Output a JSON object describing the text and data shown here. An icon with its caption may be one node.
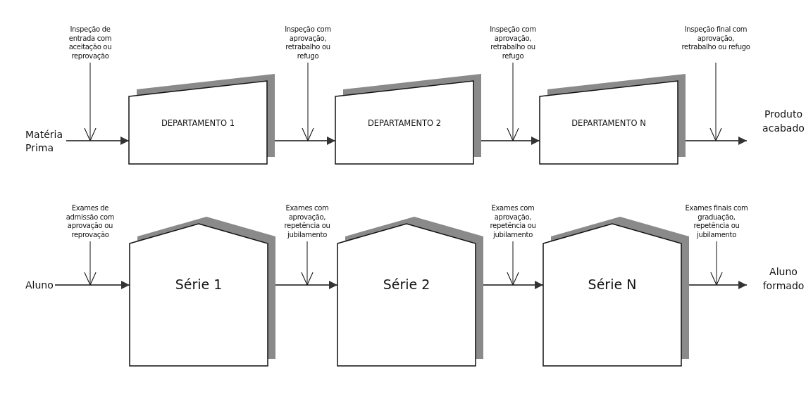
{
  "diagram": {
    "nodes": [
      {
        "text": [
          "Matéria Prima"
        ]
      },
      {
        "text": [
          "DEPARTAMENTO 1"
        ]
      },
      {
        "text": [
          "DEPARTAMENTO 2"
        ]
      },
      {
        "text": [
          "DEPARTAMENTO N"
        ]
      },
      {
        "text": [
          "Produto acabado"
        ]
      },
      {
        "text": [
          "Inspeção de entrada com aceitação ou reprovação"
        ]
      },
      {
        "text": [
          "Inspeção com aprovação, retrabalho ou refugo"
        ]
      },
      {
        "text": [
          "Inspeção com aprovação, retrabalho ou refugo"
        ]
      },
      {
        "text": [
          "Inspeção final com aprovação, retrabalho ou refugo"
        ]
      },
      {
        "text": [
          "Aluno"
        ]
      },
      {
        "text": [
          "Série 1"
        ]
      },
      {
        "text": [
          "Série 2"
        ]
      },
      {
        "text": [
          "Série N"
        ]
      },
      {
        "text": [
          "Aluno formado"
        ]
      },
      {
        "text": [
          "Exames de admissão com aprovação ou reprovação"
        ]
      },
      {
        "text": [
          "Exames com aprovação, repetência ou jubilamento"
        ]
      },
      {
        "text": [
          "Exames com aprovação, repetência ou jubilamento"
        ]
      },
      {
        "text": [
          "Exames finais com graduação, repetência ou jubilamento"
        ]
      }
    ],
    "edges": [
      {
        "from": 0,
        "to": 1,
        "arrow": "to"
      },
      {
        "from": 1,
        "to": 2,
        "arrow": "to"
      },
      {
        "from": 2,
        "to": 3,
        "arrow": "to"
      },
      {
        "from": 3,
        "to": 4,
        "arrow": "to"
      },
      {
        "from": 5,
        "to": null,
        "arrow": "to"
      },
      {
        "from": 6,
        "to": null,
        "arrow": "to"
      },
      {
        "from": 7,
        "to": null,
        "arrow": "to"
      },
      {
        "from": 8,
        "to": null,
        "arrow": "to"
      },
      {
        "from": 9,
        "to": 10,
        "arrow": "to"
      },
      {
        "from": 10,
        "to": 11,
        "arrow": "to"
      },
      {
        "from": 11,
        "to": 12,
        "arrow": "to"
      },
      {
        "from": 12,
        "to": 13,
        "arrow": "to"
      },
      {
        "from": 14,
        "to": null,
        "arrow": "to"
      },
      {
        "from": 15,
        "to": null,
        "arrow": "to"
      },
      {
        "from": 16,
        "to": null,
        "arrow": "to"
      },
      {
        "from": 17,
        "to": null,
        "arrow": "to"
      }
    ]
  }
}
